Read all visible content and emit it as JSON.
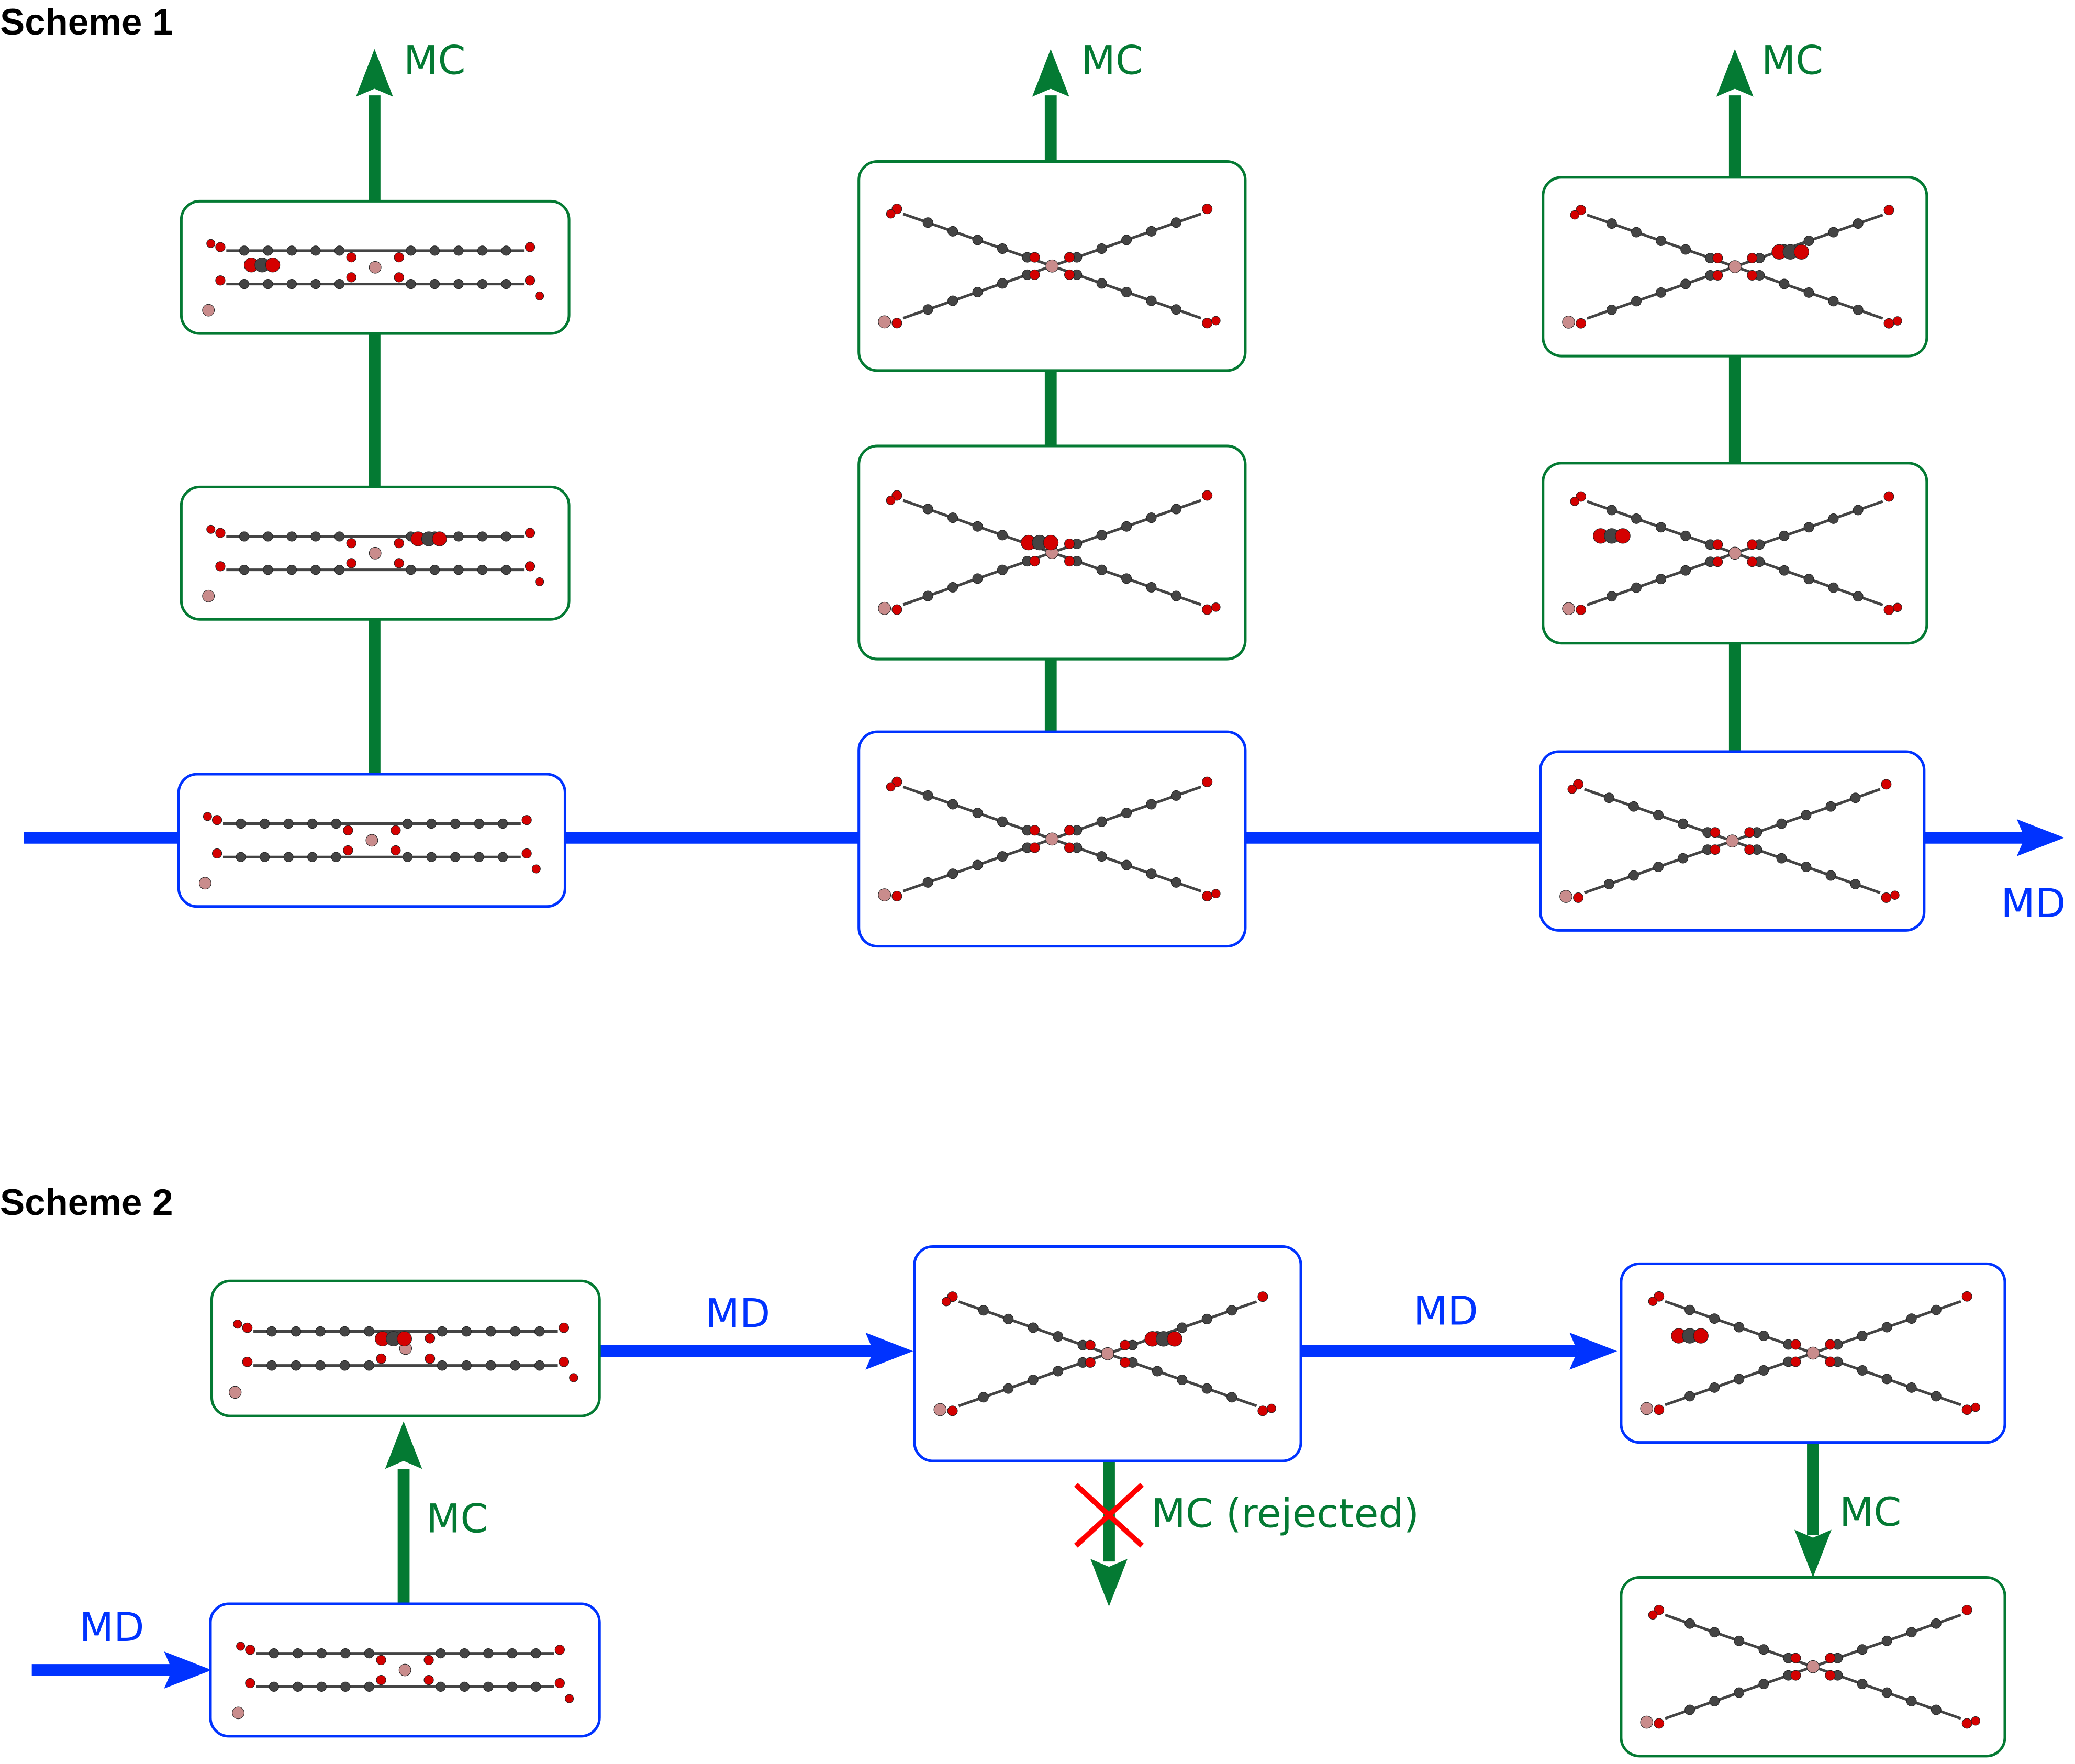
{
  "colors": {
    "md": "#0033ff",
    "mc": "#047a33",
    "reject": "#ff0000",
    "oxygen": "#d40000",
    "carbon": "#444444",
    "hydrogen": "#eeeeee",
    "metal": "#c98c8c"
  },
  "scheme1": {
    "title": "Scheme 1",
    "mc_label": "MC",
    "md_label": "MD",
    "columns": [
      {
        "md_state": "layered-view",
        "mc_states": [
          "layered-view-with-CO2",
          "layered-view-with-CO2"
        ]
      },
      {
        "md_state": "crossed-view",
        "mc_states": [
          "crossed-view-with-CO2",
          "crossed-view"
        ]
      },
      {
        "md_state": "crossed-view",
        "mc_states": [
          "crossed-view-with-CO2",
          "crossed-view-with-CO2"
        ]
      }
    ]
  },
  "scheme2": {
    "title": "Scheme 2",
    "md_label_in": "MD",
    "md_label_1": "MD",
    "md_label_2": "MD",
    "mc_label_up": "MC",
    "mc_label_rejected": "MC (rejected)",
    "mc_label_down": "MC"
  }
}
